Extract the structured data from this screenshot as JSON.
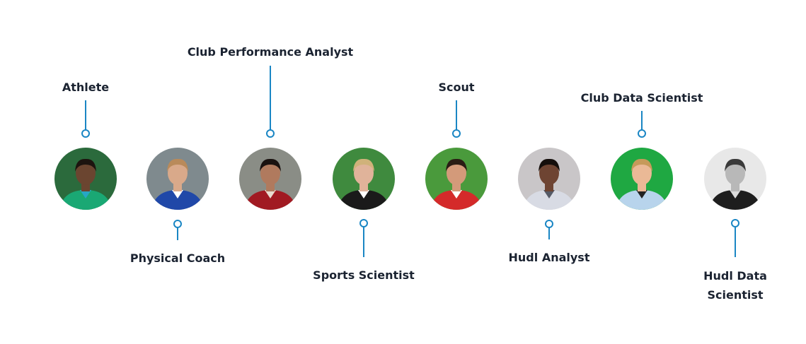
{
  "personas": [
    {
      "id": "athlete",
      "label": "Athlete",
      "label_pos": "top",
      "icon": "athlete-portrait-icon",
      "bg": "#2b6a3c",
      "skin": "#6b4530",
      "hair": "#1d140f",
      "shirt": "#1aa874",
      "accent": "#27a6c4"
    },
    {
      "id": "physical-coach",
      "label": "Physical Coach",
      "label_pos": "bottom",
      "icon": "physical-coach-portrait-icon",
      "bg": "#7f8a8e",
      "skin": "#d9a98a",
      "hair": "#b98a5a",
      "shirt": "#2048a8",
      "accent": "#ffffff"
    },
    {
      "id": "club-performance-analyst",
      "label": "Club Performance Analyst",
      "label_pos": "top",
      "icon": "club-performance-analyst-portrait-icon",
      "bg": "#8a8d86",
      "skin": "#b07a5e",
      "hair": "#1a1210",
      "shirt": "#a11a22",
      "accent": "#e9dcd0"
    },
    {
      "id": "sports-scientist",
      "label": "Sports Scientist",
      "label_pos": "bottom",
      "icon": "sports-scientist-portrait-icon",
      "bg": "#3f8a3e",
      "skin": "#e0b39a",
      "hair": "#d0b27a",
      "shirt": "#1a1a1a",
      "accent": "#ffffff"
    },
    {
      "id": "scout",
      "label": "Scout",
      "label_pos": "top",
      "icon": "scout-portrait-icon",
      "bg": "#4a9a3c",
      "skin": "#d39a7a",
      "hair": "#2a1c14",
      "shirt": "#d42a2a",
      "accent": "#ffffff"
    },
    {
      "id": "hudl-analyst",
      "label": "Hudl Analyst",
      "label_pos": "bottom",
      "icon": "hudl-analyst-portrait-icon",
      "bg": "#c9c6c8",
      "skin": "#6e4432",
      "hair": "#150f0c",
      "shirt": "#d8dbe4",
      "accent": "#555a66"
    },
    {
      "id": "club-data-scientist",
      "label": "Club Data Scientist",
      "label_pos": "top",
      "icon": "club-data-scientist-portrait-icon",
      "bg": "#1fa842",
      "skin": "#eab996",
      "hair": "#c69a5a",
      "shirt": "#b8d4ec",
      "accent": "#222222"
    },
    {
      "id": "hudl-data-scientist",
      "label": "Hudl Data Scientist",
      "label_pos": "bottom",
      "icon": "hudl-data-scientist-portrait-icon",
      "bg": "#e8e8e8",
      "skin": "#b8b8b8",
      "hair": "#3a3a3a",
      "shirt": "#1e1e1e",
      "accent": "#dcdcdc"
    }
  ],
  "colors": {
    "connector": "#1a86c4",
    "label_text": "#1b2331",
    "background": "#ffffff"
  }
}
